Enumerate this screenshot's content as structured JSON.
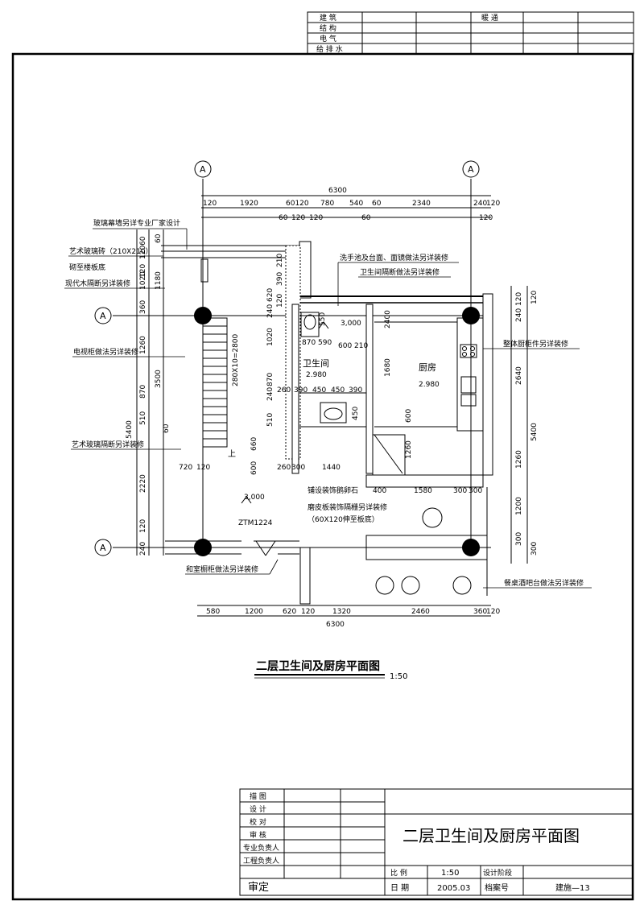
{
  "top_table": {
    "rows": [
      "建 筑",
      "结 构",
      "电 气",
      "给 排 水"
    ],
    "header_label": "暖 通"
  },
  "drawing": {
    "title": "二层卫生间及厨房平面图",
    "scale": "1:50",
    "axis_labels": {
      "a_top_left": "A",
      "a_top_right": "A",
      "a_left_upper": "A",
      "a_left_lower": "A"
    },
    "top_dims": {
      "total": "6300",
      "segments": [
        "120",
        "1920",
        "60120",
        "780",
        "540",
        "60",
        "2340",
        "240",
        "120"
      ],
      "sub_segments": [
        "60",
        "120",
        "120",
        "60",
        "120"
      ]
    },
    "bottom_dims": {
      "segments": [
        "580",
        "1200",
        "620",
        "120",
        "1320",
        "2460",
        "360",
        "120"
      ],
      "total": "6300"
    },
    "left_dims": {
      "outer": [
        "60",
        "120",
        "120",
        "1020",
        "360",
        "1260",
        "870",
        "510",
        "2220",
        "120",
        "240"
      ],
      "inner": [
        "1180",
        "3500",
        "60",
        "60"
      ],
      "total": "5400"
    },
    "right_dims": {
      "items": [
        "120",
        "240",
        "2640",
        "5400",
        "1260",
        "1200",
        "300",
        "300",
        "120"
      ]
    },
    "interior_dims": [
      "210",
      "390",
      "620",
      "120",
      "240",
      "1020",
      "870",
      "240",
      "510",
      "660",
      "600",
      "550",
      "870",
      "590",
      "600",
      "210",
      "2400",
      "1680",
      "600",
      "1260",
      "260",
      "390",
      "450",
      "450",
      "390",
      "450",
      "260",
      "300",
      "1440",
      "400",
      "1580",
      "300",
      "300",
      "720",
      "120",
      "280X10=2800",
      "3,000",
      "3,000"
    ],
    "rooms": [
      {
        "name": "卫生间",
        "level": "2.980"
      },
      {
        "name": "厨房",
        "level": "2.980"
      }
    ],
    "door_label": "ZTM1224",
    "stair_label": "上",
    "annotations_left": [
      "玻璃幕墙另详专业厂家设计",
      "艺术玻璃砖（210X210）",
      "砌至楼板底",
      "现代木隔断另详装修",
      "电视柜做法另详装修",
      "艺术玻璃隔断另详装修",
      "和室橱柜做法另详装修"
    ],
    "annotations_right": [
      "洗手池及台面、面镜做法另详装修",
      "卫生间隔断做法另详装修",
      "整体厨柜件另详装修",
      "餐桌酒吧台做法另详装修"
    ],
    "annotations_center": [
      "铺设装饰鹅卵石",
      "磨皮板装饰隔栅另详装修",
      "（60X120伸至板底）"
    ]
  },
  "title_block": {
    "roles": [
      "描 图",
      "设 计",
      "校 对",
      "审 核",
      "专业负责人",
      "工程负责人"
    ],
    "approve": "审定",
    "drawing_name": "二层卫生间及厨房平面图",
    "scale_label": "比 例",
    "scale_value": "1:50",
    "stage_label": "设计阶段",
    "date_label": "日 期",
    "date_value": "2005.03",
    "archive_label": "档案号",
    "drawing_no": "建施—13"
  }
}
